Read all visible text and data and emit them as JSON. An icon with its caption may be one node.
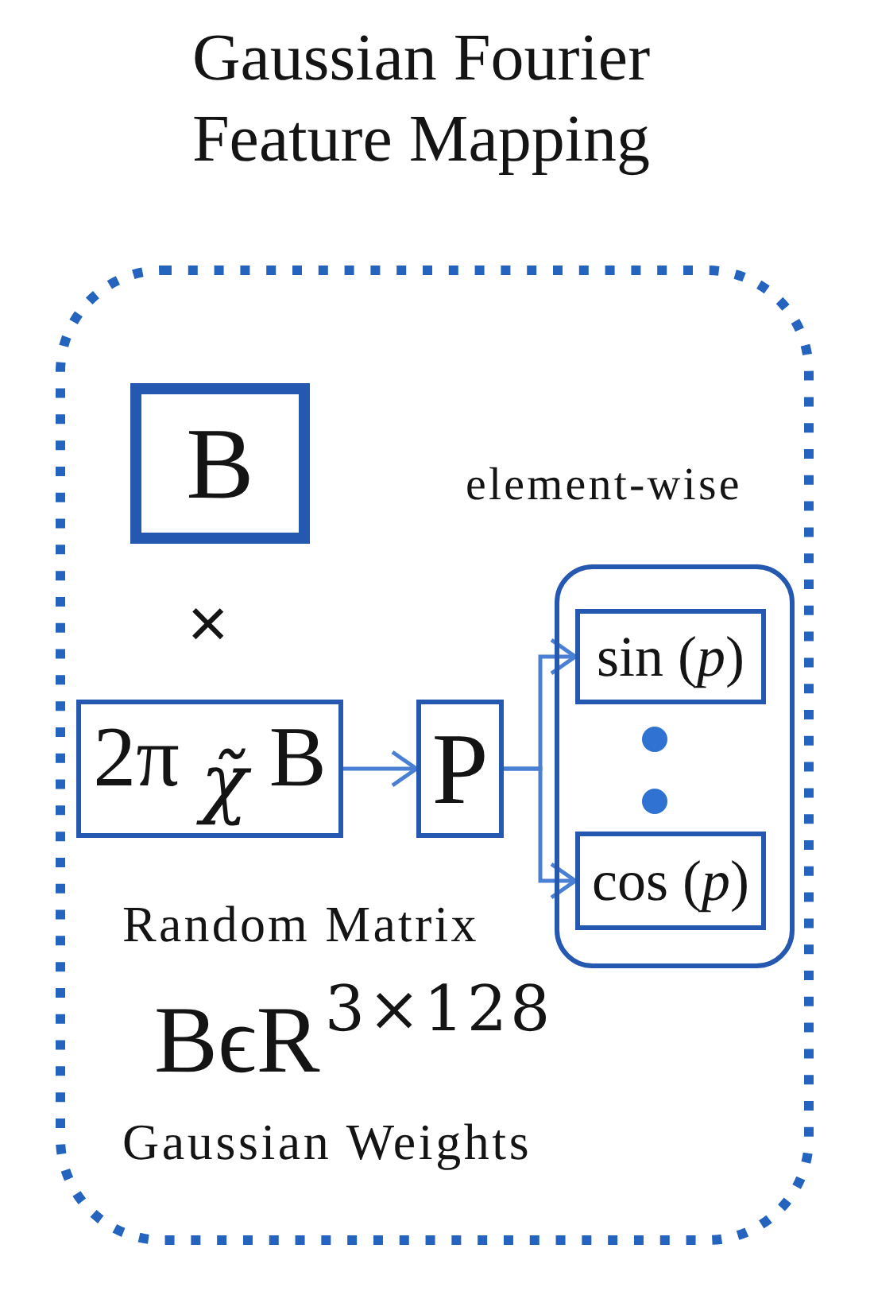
{
  "diagram": {
    "title": "Gaussian Fourier Feature Mapping",
    "nodes": [
      {
        "text": [],
        "shape": "box"
      },
      {
        "text": [
          "B"
        ],
        "in": 0
      },
      {
        "text": [
          "2π $_{χ̃}$ B"
        ],
        "in": 0
      },
      {
        "text": [
          "P"
        ],
        "in": 0
      },
      {
        "text": [
          "element-wise"
        ],
        "in": 0
      },
      {
        "text": [
          "sin (*p*)"
        ],
        "in": 4
      },
      {
        "text": [
          "cos (*p*)"
        ],
        "in": 4
      }
    ],
    "edges": [
      {
        "from": 2,
        "to": 3,
        "arrow": "to"
      },
      {
        "from": 3,
        "to": 5,
        "arrow": "to"
      },
      {
        "from": 3,
        "to": 6,
        "arrow": "to"
      }
    ],
    "labels": [
      "×",
      "Random Matrix",
      "BϵR$^{3×128}$",
      "Gaussian Weights"
    ]
  }
}
